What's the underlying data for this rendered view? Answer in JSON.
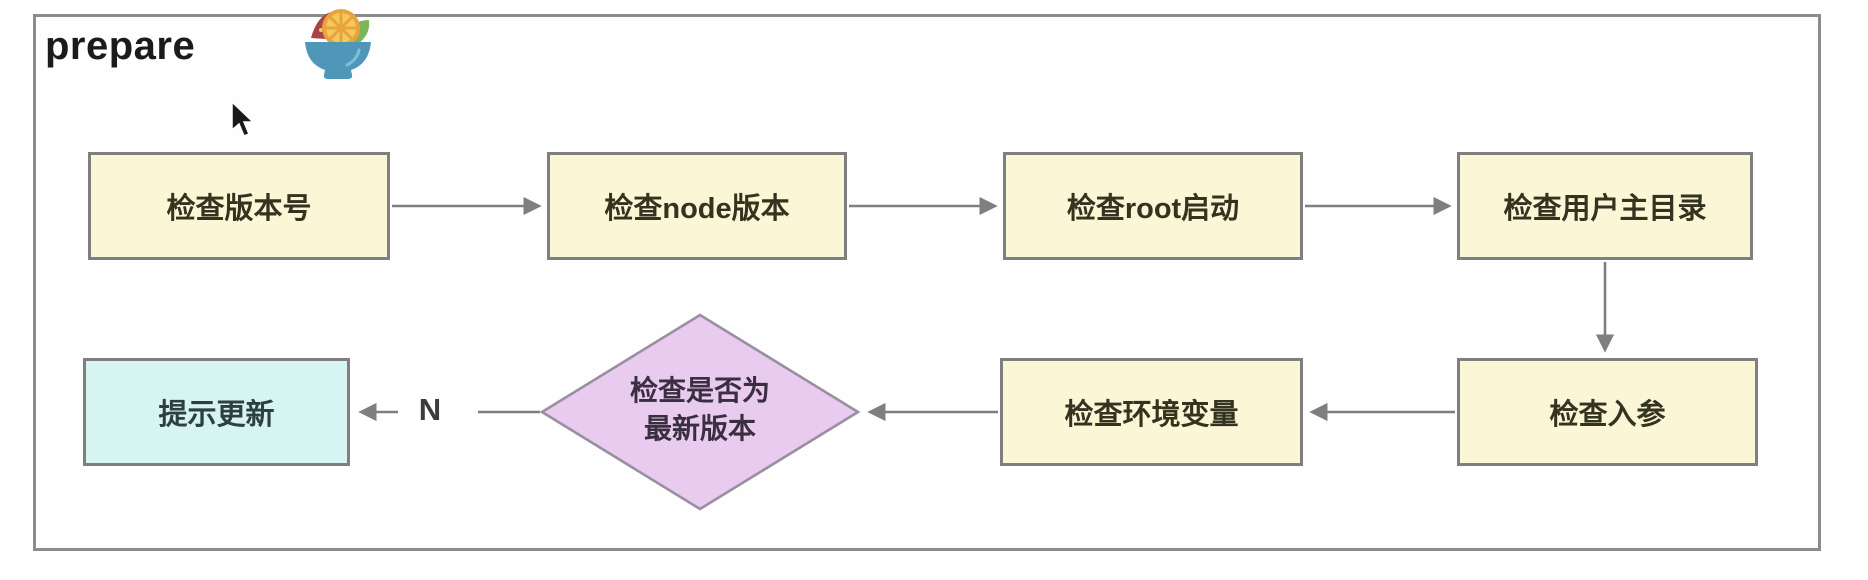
{
  "diagram": {
    "title": "prepare",
    "nodes": [
      {
        "id": "check-version",
        "label": "检查版本号",
        "type": "process"
      },
      {
        "id": "check-node-version",
        "label": "检查node版本",
        "type": "process"
      },
      {
        "id": "check-root",
        "label": "检查root启动",
        "type": "process"
      },
      {
        "id": "check-user-home",
        "label": "检查用户主目录",
        "type": "process"
      },
      {
        "id": "check-args",
        "label": "检查入参",
        "type": "process"
      },
      {
        "id": "check-env",
        "label": "检查环境变量",
        "type": "process"
      },
      {
        "id": "check-latest",
        "label_line1": "检查是否为",
        "label_line2": "最新版本",
        "type": "decision"
      },
      {
        "id": "prompt-update",
        "label": "提示更新",
        "type": "result"
      }
    ],
    "edges": [
      {
        "from": "check-version",
        "to": "check-node-version"
      },
      {
        "from": "check-node-version",
        "to": "check-root"
      },
      {
        "from": "check-root",
        "to": "check-user-home"
      },
      {
        "from": "check-user-home",
        "to": "check-args"
      },
      {
        "from": "check-args",
        "to": "check-env"
      },
      {
        "from": "check-env",
        "to": "check-latest"
      },
      {
        "from": "check-latest",
        "to": "prompt-update",
        "label": "N"
      }
    ],
    "edge_labels": {
      "no": "N"
    },
    "icons": [
      "fruit-bowl-icon",
      "mouse-cursor-icon"
    ],
    "colors": {
      "process_fill": "#faf6d6",
      "decision_fill": "#e9cbef",
      "result_fill": "#d6f4f1",
      "shape_border": "#7f7f7f",
      "arrow": "#7f7f7f",
      "frame_border": "#8c8c8c",
      "text": "#33331f"
    }
  }
}
